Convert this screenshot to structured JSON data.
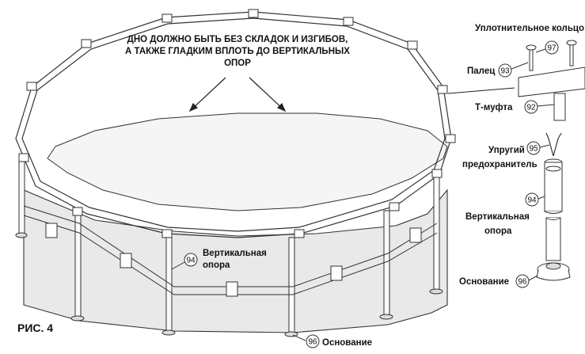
{
  "figure": {
    "note_lines": [
      "ДНО ДОЛЖНО БЫТЬ БЕЗ СКЛАДОК И ИЗГИБОВ,",
      "А ТАКЖЕ ГЛАДКИМ ВПЛОТЬ ДО ВЕРТИКАЛЬНЫХ",
      "ОПОР"
    ],
    "figure_label": "РИС. 4",
    "pool_callouts": {
      "vertical_leg": {
        "number": "94",
        "label_lines": [
          "Вертикальная",
          "опора"
        ]
      },
      "base": {
        "number": "96",
        "label": "Основание"
      }
    },
    "parts": {
      "seal_ring": {
        "number": "97",
        "label": "Уплотнительное кольцо"
      },
      "pin": {
        "number": "93",
        "label": "Палец"
      },
      "t_joint": {
        "number": "92",
        "label": "Т-муфта"
      },
      "spring_clip": {
        "number": "95",
        "label_lines": [
          "Упругий",
          "предохранитель"
        ]
      },
      "vertical_leg": {
        "number": "94",
        "label_lines": [
          "Вертикальная",
          "опора"
        ]
      },
      "base": {
        "number": "96",
        "label": "Основание"
      }
    }
  }
}
